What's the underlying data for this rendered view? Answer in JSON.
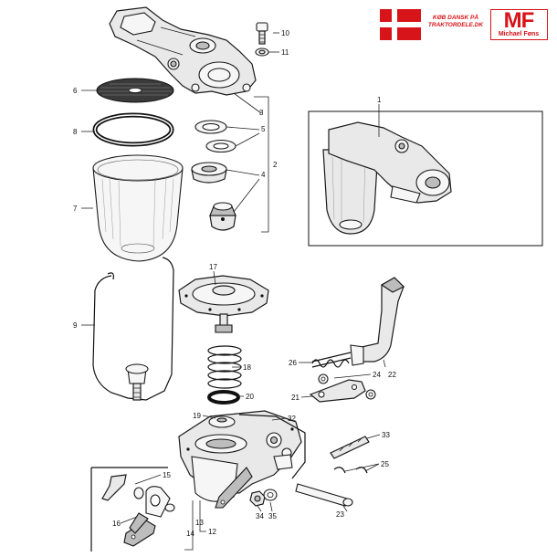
{
  "brand": {
    "flag_colors": {
      "field": "#d7141a",
      "cross": "#ffffff"
    },
    "shop_line1": "KØB DANSK PÅ",
    "shop_line2": "TRAKTORDELE.DK",
    "logo_mark": "MF",
    "logo_name": "Michael Føns",
    "accent": "#d7141a"
  },
  "callouts": {
    "c1": "1",
    "c2": "2",
    "c3": "3",
    "c4": "4",
    "c5": "5",
    "c6": "6",
    "c7": "7",
    "c8": "8",
    "c9": "9",
    "c10": "10",
    "c11": "11",
    "c12": "12",
    "c13": "13",
    "c14": "14",
    "c15": "15",
    "c16": "16",
    "c17": "17",
    "c18": "18",
    "c19": "19",
    "c20": "20",
    "c21": "21",
    "c22": "22",
    "c23": "23",
    "c24": "24",
    "c25": "25",
    "c26": "26",
    "c32": "32",
    "c33": "33",
    "c34": "34",
    "c35": "35"
  }
}
